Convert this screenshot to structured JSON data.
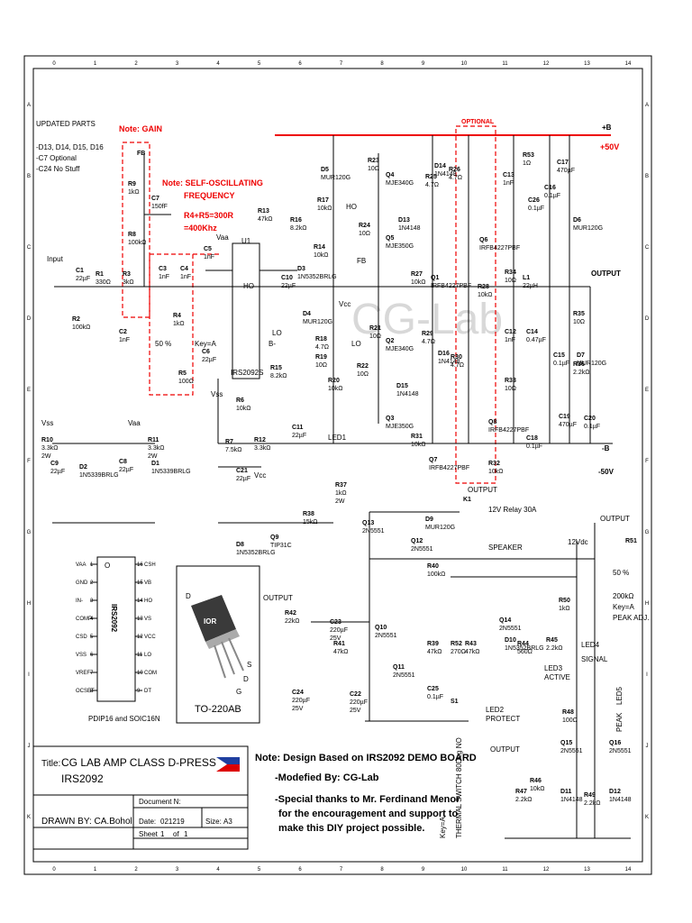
{
  "border": {
    "columns": [
      "0",
      "1",
      "2",
      "3",
      "4",
      "5",
      "6",
      "7",
      "8",
      "9",
      "10",
      "11",
      "12",
      "13",
      "14"
    ],
    "rows": [
      "A",
      "B",
      "C",
      "D",
      "E",
      "F",
      "G",
      "H",
      "I",
      "J",
      "K"
    ]
  },
  "updated_parts": {
    "heading": "UPDATED PARTS",
    "lines": [
      "-D13, D14, D15, D16",
      "-C7 Optional",
      "-C24 No Stuff"
    ]
  },
  "notes": {
    "gain": "Note: GAIN",
    "osc": [
      "Note: SELF-OSCILLATING",
      "FREQUENCY",
      "R4+R5=300R",
      "=400Khz"
    ],
    "optional": "OPTIONAL"
  },
  "rails": {
    "plus_b": "+B",
    "plus_50": "+50V",
    "minus_b": "-B",
    "minus_50": "-50V"
  },
  "watermark": "CG-Lab",
  "labels": {
    "input": "Input",
    "output": "OUTPUT",
    "vaa": "Vaa",
    "vss": "Vss",
    "vcc": "Vcc",
    "ho": "HO",
    "lo": "LO",
    "fb": "FB",
    "bminus": "B-",
    "u1": "U1",
    "ic": "IRS2092S",
    "relay": "12V Relay 30A",
    "speaker": "SPEAKER",
    "v12": "12Vdc",
    "led1": "LED1",
    "led2": "LED2",
    "protect": "PROTECT",
    "led3": "LED3",
    "active": "ACTIVE",
    "led4": "LED4",
    "signal": "SIGNAL",
    "led5": "LED5",
    "peak": "PEAK",
    "thermal": "THERMAL SWITCH 80Deg NO",
    "key": "Key=A",
    "r51_pct": "50 %",
    "r51_val": "200kΩ",
    "r51_key": "Key=A",
    "r51_adj": "PEAK ADJ.",
    "r4_pct": "50 %",
    "r4_key": "Key=A"
  },
  "components": [
    {
      "ref": "FB",
      "val": ""
    },
    {
      "ref": "R9",
      "val": "1kΩ"
    },
    {
      "ref": "C7",
      "val": "150fF"
    },
    {
      "ref": "R8",
      "val": "100kΩ"
    },
    {
      "ref": "C5",
      "val": "1nF"
    },
    {
      "ref": "C1",
      "val": "22µF"
    },
    {
      "ref": "R1",
      "val": "330Ω"
    },
    {
      "ref": "R3",
      "val": "3kΩ"
    },
    {
      "ref": "C3",
      "val": "1nF"
    },
    {
      "ref": "C4",
      "val": "1nF"
    },
    {
      "ref": "R2",
      "val": "100kΩ"
    },
    {
      "ref": "C2",
      "val": "1nF"
    },
    {
      "ref": "R4",
      "val": "1kΩ"
    },
    {
      "ref": "R5",
      "val": "100Ω"
    },
    {
      "ref": "C6",
      "val": "22µF"
    },
    {
      "ref": "R13",
      "val": "47kΩ"
    },
    {
      "ref": "R16",
      "val": "8.2kΩ"
    },
    {
      "ref": "R17",
      "val": "10kΩ"
    },
    {
      "ref": "R14",
      "val": "10kΩ"
    },
    {
      "ref": "C10",
      "val": "22µF"
    },
    {
      "ref": "D3",
      "val": "1N5352BRLG"
    },
    {
      "ref": "D5",
      "val": "MUR120G"
    },
    {
      "ref": "D4",
      "val": "MUR120G"
    },
    {
      "ref": "R18",
      "val": "4.7Ω"
    },
    {
      "ref": "R19",
      "val": "10Ω"
    },
    {
      "ref": "R20",
      "val": "10kΩ"
    },
    {
      "ref": "R15",
      "val": "8.2kΩ"
    },
    {
      "ref": "R6",
      "val": "10kΩ"
    },
    {
      "ref": "R7",
      "val": "7.5kΩ"
    },
    {
      "ref": "R12",
      "val": "3.3kΩ"
    },
    {
      "ref": "C11",
      "val": "22µF"
    },
    {
      "ref": "R23",
      "val": "10Ω"
    },
    {
      "ref": "Q4",
      "val": "MJE340G"
    },
    {
      "ref": "R24",
      "val": "10Ω"
    },
    {
      "ref": "Q5",
      "val": "MJE350G"
    },
    {
      "ref": "R25",
      "val": "4.7Ω"
    },
    {
      "ref": "D13",
      "val": "1N4148"
    },
    {
      "ref": "R27",
      "val": "10kΩ"
    },
    {
      "ref": "Q1",
      "val": "IRFB4227PBF"
    },
    {
      "ref": "D14",
      "val": "1N4148"
    },
    {
      "ref": "R26",
      "val": "4.7Ω"
    },
    {
      "ref": "Q6",
      "val": "IRFB4227PBF"
    },
    {
      "ref": "R28",
      "val": "10kΩ"
    },
    {
      "ref": "R21",
      "val": "10Ω"
    },
    {
      "ref": "Q2",
      "val": "MJE340G"
    },
    {
      "ref": "R22",
      "val": "10Ω"
    },
    {
      "ref": "Q3",
      "val": "MJE350G"
    },
    {
      "ref": "R29",
      "val": "4.7Ω"
    },
    {
      "ref": "D15",
      "val": "1N4148"
    },
    {
      "ref": "R31",
      "val": "10kΩ"
    },
    {
      "ref": "Q7",
      "val": "IRFB4227PBF"
    },
    {
      "ref": "D16",
      "val": "1N4148"
    },
    {
      "ref": "R30",
      "val": "4.7Ω"
    },
    {
      "ref": "Q8",
      "val": "IRFB4227PBF"
    },
    {
      "ref": "R32",
      "val": "10kΩ"
    },
    {
      "ref": "R53",
      "val": "1Ω"
    },
    {
      "ref": "C13",
      "val": "1nF"
    },
    {
      "ref": "C26",
      "val": "0.1µF"
    },
    {
      "ref": "C16",
      "val": "0.1µF"
    },
    {
      "ref": "C17",
      "val": "470µF"
    },
    {
      "ref": "D6",
      "val": "MUR120G"
    },
    {
      "ref": "R34",
      "val": "10Ω"
    },
    {
      "ref": "L1",
      "val": "22µH"
    },
    {
      "ref": "C12",
      "val": "1nF"
    },
    {
      "ref": "C14",
      "val": "0.47µF"
    },
    {
      "ref": "C15",
      "val": "0.1µF"
    },
    {
      "ref": "R35",
      "val": "10Ω"
    },
    {
      "ref": "R36",
      "val": "2.2kΩ"
    },
    {
      "ref": "D7",
      "val": "MUR120G"
    },
    {
      "ref": "R33",
      "val": "10Ω"
    },
    {
      "ref": "C18",
      "val": "0.1µF"
    },
    {
      "ref": "C19",
      "val": "470µF"
    },
    {
      "ref": "C20",
      "val": "0.1µF"
    },
    {
      "ref": "R10",
      "val": "3.3kΩ 2W"
    },
    {
      "ref": "R11",
      "val": "3.3kΩ 2W"
    },
    {
      "ref": "C9",
      "val": "22µF"
    },
    {
      "ref": "D2",
      "val": "1N5339BRLG"
    },
    {
      "ref": "C8",
      "val": "22µF"
    },
    {
      "ref": "D1",
      "val": "1N5339BRLG"
    },
    {
      "ref": "C21",
      "val": "22µF"
    },
    {
      "ref": "Q9",
      "val": "TIP31C"
    },
    {
      "ref": "D8",
      "val": "1N5352BRLG"
    },
    {
      "ref": "R37",
      "val": "1kΩ 2W"
    },
    {
      "ref": "R38",
      "val": "15kΩ"
    },
    {
      "ref": "Q13",
      "val": "2N5551"
    },
    {
      "ref": "Q12",
      "val": "2N5551"
    },
    {
      "ref": "D9",
      "val": "MUR120G"
    },
    {
      "ref": "K1",
      "val": ""
    },
    {
      "ref": "R40",
      "val": "100kΩ"
    },
    {
      "ref": "R42",
      "val": "22kΩ"
    },
    {
      "ref": "C23",
      "val": "220µF 25V"
    },
    {
      "ref": "R41",
      "val": "47kΩ"
    },
    {
      "ref": "Q10",
      "val": "2N5551"
    },
    {
      "ref": "Q11",
      "val": "2N5551"
    },
    {
      "ref": "R39",
      "val": "47kΩ"
    },
    {
      "ref": "C25",
      "val": "0.1µF"
    },
    {
      "ref": "R52",
      "val": "270Ω"
    },
    {
      "ref": "S1",
      "val": ""
    },
    {
      "ref": "C24",
      "val": "220µF 25V"
    },
    {
      "ref": "C22",
      "val": "220µF 25V"
    },
    {
      "ref": "R43",
      "val": "47kΩ"
    },
    {
      "ref": "D10",
      "val": "1N5352BRLG"
    },
    {
      "ref": "Q14",
      "val": "2N5551"
    },
    {
      "ref": "R44",
      "val": "560Ω"
    },
    {
      "ref": "R45",
      "val": "2.2kΩ"
    },
    {
      "ref": "R50",
      "val": "1kΩ"
    },
    {
      "ref": "R51",
      "val": ""
    },
    {
      "ref": "R48",
      "val": "100Ω"
    },
    {
      "ref": "Q15",
      "val": "2N5551"
    },
    {
      "ref": "Q16",
      "val": "2N5551"
    },
    {
      "ref": "R46",
      "val": "10kΩ"
    },
    {
      "ref": "R47",
      "val": "2.2kΩ"
    },
    {
      "ref": "D11",
      "val": "1N4148"
    },
    {
      "ref": "R49",
      "val": "2.2kΩ"
    },
    {
      "ref": "D12",
      "val": "1N4148"
    }
  ],
  "ic_pinout": {
    "name": "IRS2092",
    "left": [
      "VAA",
      "GND",
      "IN-",
      "COMP",
      "CSD",
      "VSS",
      "VREF",
      "OCSET"
    ],
    "left_nums": [
      "1",
      "2",
      "3",
      "4",
      "5",
      "6",
      "7",
      "8"
    ],
    "right": [
      "CSH",
      "VB",
      "HO",
      "VS",
      "VCC",
      "LO",
      "COM",
      "DT"
    ],
    "right_nums": [
      "16",
      "15",
      "14",
      "13",
      "12",
      "11",
      "10",
      "9"
    ],
    "caption": "PDIP16 and SOIC16N",
    "o": "O"
  },
  "package": {
    "caption": "TO-220AB",
    "brand": "IOR",
    "pins": [
      "D",
      "S",
      "G",
      "D"
    ]
  },
  "title_block": {
    "title_label": "Title:",
    "title_line1": "CG LAB AMP CLASS D-PRESSED",
    "title_line2": "IRS2092",
    "document_label": "Document N:",
    "drawn_by": "DRAWN BY: CA.Bohol",
    "date_label": "Date:",
    "date": "021219",
    "size_label": "Size:",
    "size": "A3",
    "sheet_label": "Sheet",
    "sheet": "1",
    "of_label": "of",
    "of": "1"
  },
  "design_note": {
    "line1": "Note: Design Based on IRS2092 DEMO BOARD",
    "line2": "-Modefied By: CG-Lab",
    "line3": "-Special thanks to Mr. Ferdinand Menor",
    "line4": "for the encouragement and support to",
    "line5": "make this DIY project possible."
  },
  "colors": {
    "note_red": "#e00000",
    "rail_red": "#e00000",
    "ink": "#000000",
    "watermark": "#d8d8d8"
  }
}
